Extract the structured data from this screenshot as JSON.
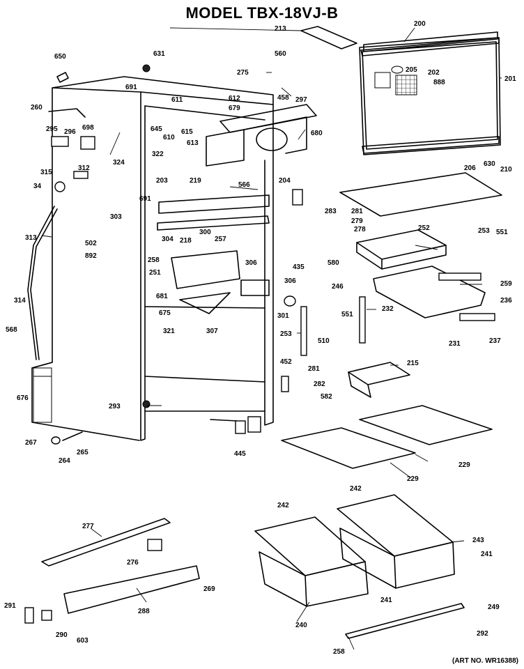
{
  "title": "MODEL TBX-18VJ-B",
  "art_no": "(ART NO. WR16388)",
  "pattern_ids": {
    "hatch": "hatch-pattern",
    "grid": "grid-pattern"
  },
  "callouts": {
    "c213": "213",
    "c200": "200",
    "c650": "650",
    "c631": "631",
    "c560": "560",
    "c275": "275",
    "c205": "205",
    "c202": "202",
    "c888": "888",
    "c201": "201",
    "c691a": "691",
    "c611": "611",
    "c612": "612",
    "c679": "679",
    "c297": "297",
    "c458": "458",
    "c260": "260",
    "c295": "295",
    "c296": "296",
    "c698": "698",
    "c645": "645",
    "c610": "610",
    "c615": "615",
    "c613": "613",
    "c680": "680",
    "c322": "322",
    "c324": "324",
    "c206": "206",
    "c630": "630",
    "c210": "210",
    "c315": "315",
    "c312": "312",
    "c34": "34",
    "c203": "203",
    "c219": "219",
    "c566": "566",
    "c204": "204",
    "c691b": "691",
    "c283": "283",
    "c281a": "281",
    "c279": "279",
    "c278": "278",
    "c252": "252",
    "c253": "253",
    "c551a": "551",
    "c303": "303",
    "c300": "300",
    "c313": "313",
    "c502": "502",
    "c304": "304",
    "c218": "218",
    "c257": "257",
    "c892": "892",
    "c258": "258",
    "c306a": "306",
    "c435": "435",
    "c580": "580",
    "c251": "251",
    "c681": "681",
    "c306b": "306",
    "c246": "246",
    "c259": "259",
    "c675": "675",
    "c307": "307",
    "c301": "301",
    "c236": "236",
    "c314": "314",
    "c551b": "551",
    "c232": "232",
    "c568": "568",
    "c321": "321",
    "c253b": "253",
    "c510": "510",
    "c231": "231",
    "c237": "237",
    "c215": "215",
    "c452": "452",
    "c281b": "281",
    "c282": "282",
    "c676": "676",
    "c582": "582",
    "c293": "293",
    "c267": "267",
    "c445": "445",
    "c264": "264",
    "c265": "265",
    "c229a": "229",
    "c229b": "229",
    "c242a": "242",
    "c242b": "242",
    "c277": "277",
    "c243": "243",
    "c276": "276",
    "c241a": "241",
    "c269": "269",
    "c291": "291",
    "c288": "288",
    "c241b": "241",
    "c249": "249",
    "c240": "240",
    "c290": "290",
    "c292": "292",
    "c603": "603",
    "c258b": "258"
  }
}
